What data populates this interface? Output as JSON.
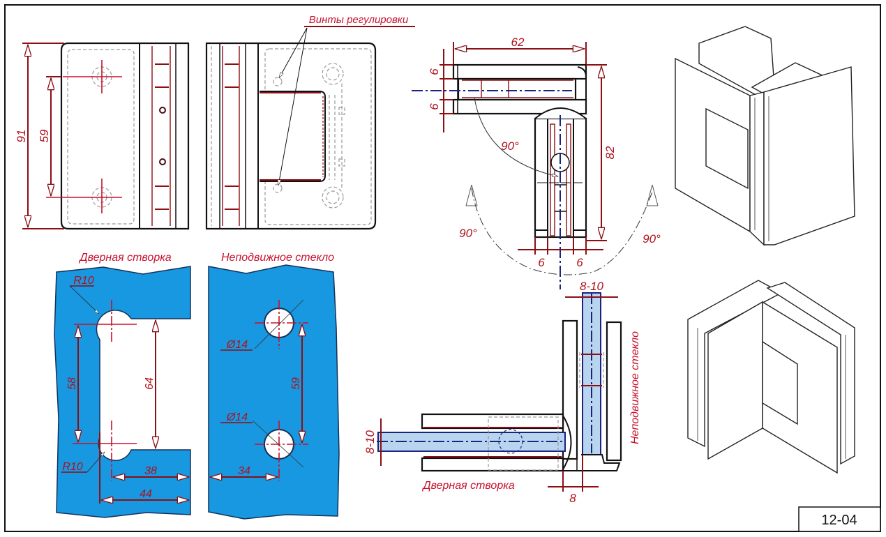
{
  "drawing": {
    "type": "technical-drawing",
    "subject": "Glass-to-glass 90° shower hinge",
    "sheet_number": "12-04"
  },
  "colors": {
    "dimension": "#b0101c",
    "label": "#c8102e",
    "glass_cutout": "#1898e0",
    "glass_section": "#b9d4ef",
    "centerline": "#1a237e",
    "outline": "#111111"
  },
  "views": {
    "front": {
      "height_dim": "91",
      "holes_spacing_dim": "59"
    },
    "rear": {
      "callout": "Винты регулировки"
    },
    "top_section": {
      "width_dim": "62",
      "height_dim": "82",
      "plate_top_dim": "6",
      "plate_bottom_dim": "6",
      "foot_left_dim": "6",
      "foot_right_dim": "6",
      "inner_angle": "90°",
      "left_swing_angle": "90°",
      "right_swing_angle": "90°"
    },
    "door_cutout": {
      "title": "Дверная створка",
      "radius_top": "R10",
      "radius_bottom": "R10",
      "hole_spacing": "58",
      "slot_height": "64",
      "inner_offset": "38",
      "outer_offset": "44"
    },
    "fixed_glass_cutout": {
      "title": "Неподвижное стекло",
      "hole_top": "Ø14",
      "hole_bottom": "Ø14",
      "hole_spacing": "59",
      "edge_offset": "34"
    },
    "assembly_section": {
      "fixed_glass_thickness": "8-10",
      "door_glass_thickness": "8-10",
      "gap": "8",
      "fixed_glass_label": "Неподвижное стекло",
      "door_label": "Дверная створка"
    },
    "iso_views": [
      "closed",
      "open"
    ]
  }
}
